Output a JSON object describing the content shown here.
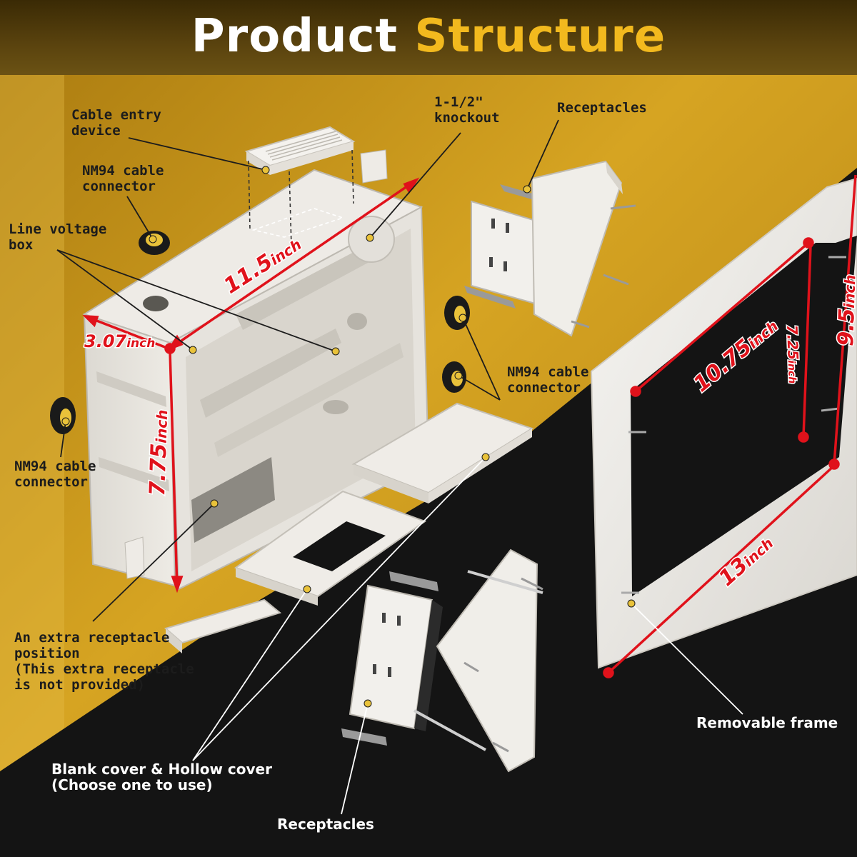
{
  "title": {
    "word1": "Product",
    "word2": "Structure"
  },
  "labels": {
    "cable_entry": "Cable entry\ndevice",
    "nm94_top": "NM94 cable\nconnector",
    "line_voltage": "Line voltage\nbox",
    "knockout": "1-1/2\"\nknockout",
    "receptacles_top": "Receptacles",
    "nm94_right": "NM94 cable\nconnector",
    "nm94_left": "NM94 cable\nconnector",
    "extra_receptacle": "An extra receptacle\nposition\n(This extra receptacle\nis not provided)",
    "blank_cover": "Blank cover & Hollow cover\n(Choose one to use)",
    "receptacles_bottom": "Receptacles",
    "removable_frame": "Removable frame"
  },
  "dimensions": {
    "box_length": {
      "value": "11.5",
      "unit": "inch"
    },
    "box_depth": {
      "value": "3.07",
      "unit": "inch"
    },
    "box_height": {
      "value": "7.75",
      "unit": "inch"
    },
    "frame_inner_width": {
      "value": "10.75",
      "unit": "inch"
    },
    "frame_inner_height": {
      "value": "7.25",
      "unit": "inch"
    },
    "frame_outer_height": {
      "value": "9.5",
      "unit": "inch"
    },
    "frame_outer_width": {
      "value": "13",
      "unit": "inch"
    }
  },
  "colors": {
    "gold": "#f2b91e",
    "background_gold": "#c9951c",
    "background_dark": "#141414",
    "dimension_red": "#e0121b",
    "part_white": "#f1efea"
  }
}
